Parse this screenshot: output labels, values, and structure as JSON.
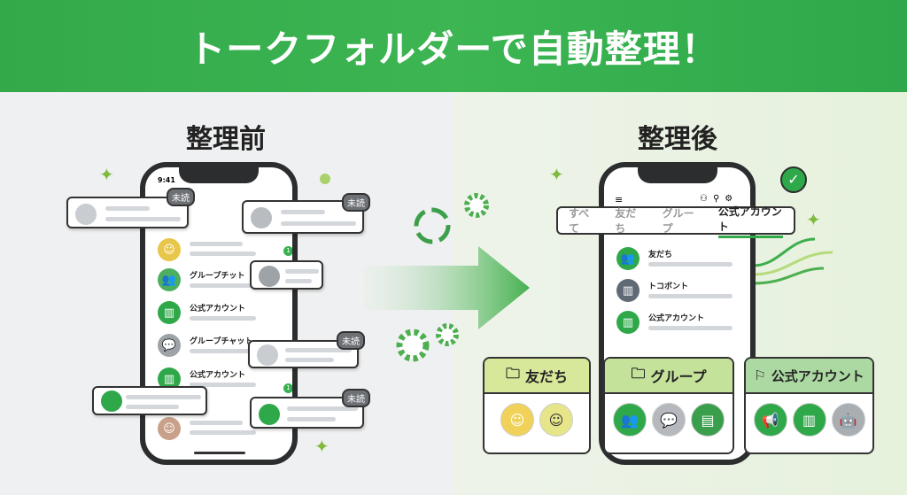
{
  "title": "トークフォルダーで自動整理！",
  "before": {
    "heading": "整理前",
    "status_time": "9:41",
    "rows": [
      {
        "label": "",
        "badge": "1"
      },
      {
        "label": "グループチット"
      },
      {
        "label": "公式アカウント"
      },
      {
        "label": "グループチャット"
      },
      {
        "label": "公式アカウント",
        "badge": "1"
      },
      {
        "label": ""
      }
    ],
    "unread_label": "未読"
  },
  "after": {
    "heading": "整理後",
    "tabs": [
      "すべて",
      "友だち",
      "グループ",
      "公式アカウント"
    ],
    "active_tab": 3,
    "rows": [
      {
        "label": "友だち"
      },
      {
        "label": "トコボント"
      },
      {
        "label": "公式アカウント"
      }
    ],
    "folders": [
      {
        "label": "友だち"
      },
      {
        "label": "グループ"
      },
      {
        "label": "公式アカウント"
      }
    ]
  },
  "colors": {
    "brand": "#34a94a",
    "dark": "#2b2d2e"
  }
}
